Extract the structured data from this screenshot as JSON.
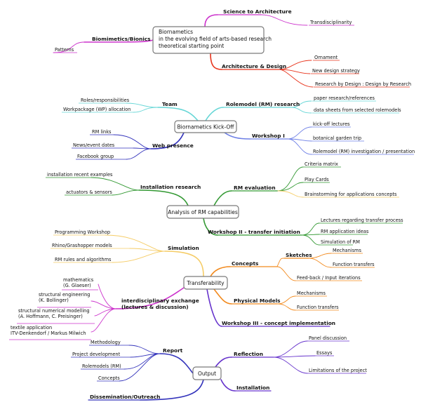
{
  "colors": {
    "magenta": "#cc33cc",
    "red": "#e8341c",
    "cyan": "#66d6d6",
    "blue": "#6d7fe6",
    "navy": "#3333bb",
    "green": "#339933",
    "orange": "#f28a1e",
    "yellow": "#f5cc66",
    "purple": "#6633cc"
  },
  "hubs": [
    {
      "id": "hub-biornametics-field",
      "lines": [
        "Biornametics",
        "in the evolving field of arts-based research",
        "theoretical starting point"
      ]
    },
    {
      "id": "hub-kickoff",
      "lines": [
        "Biornametics Kick-Off"
      ]
    },
    {
      "id": "hub-analysis",
      "lines": [
        "Analysis of RM capabilities"
      ]
    },
    {
      "id": "hub-transferability",
      "lines": [
        "Transferability"
      ]
    },
    {
      "id": "hub-output",
      "lines": [
        "Output"
      ]
    }
  ],
  "branches": [
    {
      "id": "science-to-architecture",
      "label": "Science to Architecture",
      "color": "magenta"
    },
    {
      "id": "biomimetics-bionics",
      "label": "Biomimetics/Bionics",
      "color": "magenta"
    },
    {
      "id": "architecture-design",
      "label": "Architecture & Design",
      "color": "red"
    },
    {
      "id": "team",
      "label": "Team",
      "color": "cyan"
    },
    {
      "id": "rolemodel-research",
      "label": "Rolemodel (RM) research",
      "color": "cyan"
    },
    {
      "id": "web-presence",
      "label": "Web presence",
      "color": "navy"
    },
    {
      "id": "workshop-1",
      "label": "Workshop I",
      "color": "blue"
    },
    {
      "id": "installation-research",
      "label": "Installation research",
      "color": "green"
    },
    {
      "id": "rm-evaluation",
      "label": "RM evaluation",
      "color": "green"
    },
    {
      "id": "workshop-2",
      "label": "Workshop II - transfer initiation",
      "color": "green"
    },
    {
      "id": "simulation",
      "label": "Simulation",
      "color": "yellow"
    },
    {
      "id": "concepts",
      "label": "Concepts",
      "color": "orange"
    },
    {
      "id": "sketches",
      "label": "Sketches",
      "color": "orange"
    },
    {
      "id": "interdisciplinary",
      "label": "interdisciplinary exchange\n(lectures & discussion)",
      "color": "magenta"
    },
    {
      "id": "physical-models",
      "label": "Physical Models",
      "color": "orange"
    },
    {
      "id": "workshop-3",
      "label": "Workshop III - concept implementation",
      "color": "purple"
    },
    {
      "id": "report",
      "label": "Report",
      "color": "navy"
    },
    {
      "id": "reflection",
      "label": "Reflection",
      "color": "purple"
    },
    {
      "id": "dissemination",
      "label": "Dissemination/Outreach",
      "color": "navy"
    },
    {
      "id": "installation",
      "label": "Installation",
      "color": "purple"
    }
  ],
  "leaves": [
    {
      "id": "transdisciplinarity",
      "label": "Transdisciplinarity",
      "color": "magenta"
    },
    {
      "id": "patterns",
      "label": "Patterns",
      "color": "magenta"
    },
    {
      "id": "ornament",
      "label": "Ornament",
      "color": "red"
    },
    {
      "id": "new-design-strategy",
      "label": "New design strategy",
      "color": "red"
    },
    {
      "id": "research-by-design",
      "label": "Research by Design : Design by Research",
      "color": "red"
    },
    {
      "id": "roles",
      "label": "Roles/responsibilities",
      "color": "cyan"
    },
    {
      "id": "workpackage",
      "label": "Workpackage (WP) allocation",
      "color": "cyan"
    },
    {
      "id": "paper-research",
      "label": "paper research/references",
      "color": "cyan"
    },
    {
      "id": "data-sheets",
      "label": "data sheets from selected rolemodels",
      "color": "cyan"
    },
    {
      "id": "rm-links",
      "label": "RM links",
      "color": "navy"
    },
    {
      "id": "news-event",
      "label": "News/event dates",
      "color": "navy"
    },
    {
      "id": "facebook",
      "label": "Facebook group",
      "color": "navy"
    },
    {
      "id": "kickoff-lectures",
      "label": "kick-off lectures",
      "color": "blue"
    },
    {
      "id": "botanical-trip",
      "label": "botanical garden trip",
      "color": "blue"
    },
    {
      "id": "rm-investigation",
      "label": "Rolemodel (RM) investigation / presentation",
      "color": "blue"
    },
    {
      "id": "install-examples",
      "label": "installation recent examples",
      "color": "green"
    },
    {
      "id": "actuators",
      "label": "actuators & sensors",
      "color": "green"
    },
    {
      "id": "criteria-matrix",
      "label": "Criteria matrix",
      "color": "green"
    },
    {
      "id": "play-cards",
      "label": "Play Cards",
      "color": "green"
    },
    {
      "id": "brainstorming",
      "label": "Brainstorming for applications concepts",
      "color": "green"
    },
    {
      "id": "lectures-transfer",
      "label": "Lectures regarding transfer process",
      "color": "green"
    },
    {
      "id": "rm-app-ideas",
      "label": "RM application ideas",
      "color": "green"
    },
    {
      "id": "simulation-rm",
      "label": "Simulation of RM",
      "color": "green"
    },
    {
      "id": "programming-workshop",
      "label": "Programming Workshop",
      "color": "yellow"
    },
    {
      "id": "rhino",
      "label": "Rhino/Grashopper models",
      "color": "yellow"
    },
    {
      "id": "rm-rules",
      "label": "RM rules and algorithms",
      "color": "yellow"
    },
    {
      "id": "mechanisms-1",
      "label": "Mechanisms",
      "color": "orange"
    },
    {
      "id": "function-transfers-1",
      "label": "Function transfers",
      "color": "orange"
    },
    {
      "id": "feedback",
      "label": "Feed-back / Input iterations",
      "color": "orange"
    },
    {
      "id": "mathematics",
      "label": "mathematics\n(G. Glaeser)",
      "color": "magenta"
    },
    {
      "id": "structural-eng",
      "label": "structural engineering\n(K. Bollinger)",
      "color": "magenta"
    },
    {
      "id": "structural-num",
      "label": "structural numerical modelling\n(A. Hoffmann, C. Preisinger)",
      "color": "magenta"
    },
    {
      "id": "textile",
      "label": "textile application\nITV-Denkendorf / Markus Milwich",
      "color": "magenta"
    },
    {
      "id": "mechanisms-2",
      "label": "Mechanisms",
      "color": "orange"
    },
    {
      "id": "function-transfers-2",
      "label": "Function transfers",
      "color": "orange"
    },
    {
      "id": "methodology",
      "label": "Methodology",
      "color": "navy"
    },
    {
      "id": "project-development",
      "label": "Project development",
      "color": "navy"
    },
    {
      "id": "rolemodels-rm",
      "label": "Rolemodels (RM)",
      "color": "navy"
    },
    {
      "id": "concepts-leaf",
      "label": "Concepts",
      "color": "navy"
    },
    {
      "id": "panel-discussion",
      "label": "Panel discussion",
      "color": "purple"
    },
    {
      "id": "essays",
      "label": "Essays",
      "color": "purple"
    },
    {
      "id": "limitations",
      "label": "Limitations of the project",
      "color": "purple"
    }
  ]
}
